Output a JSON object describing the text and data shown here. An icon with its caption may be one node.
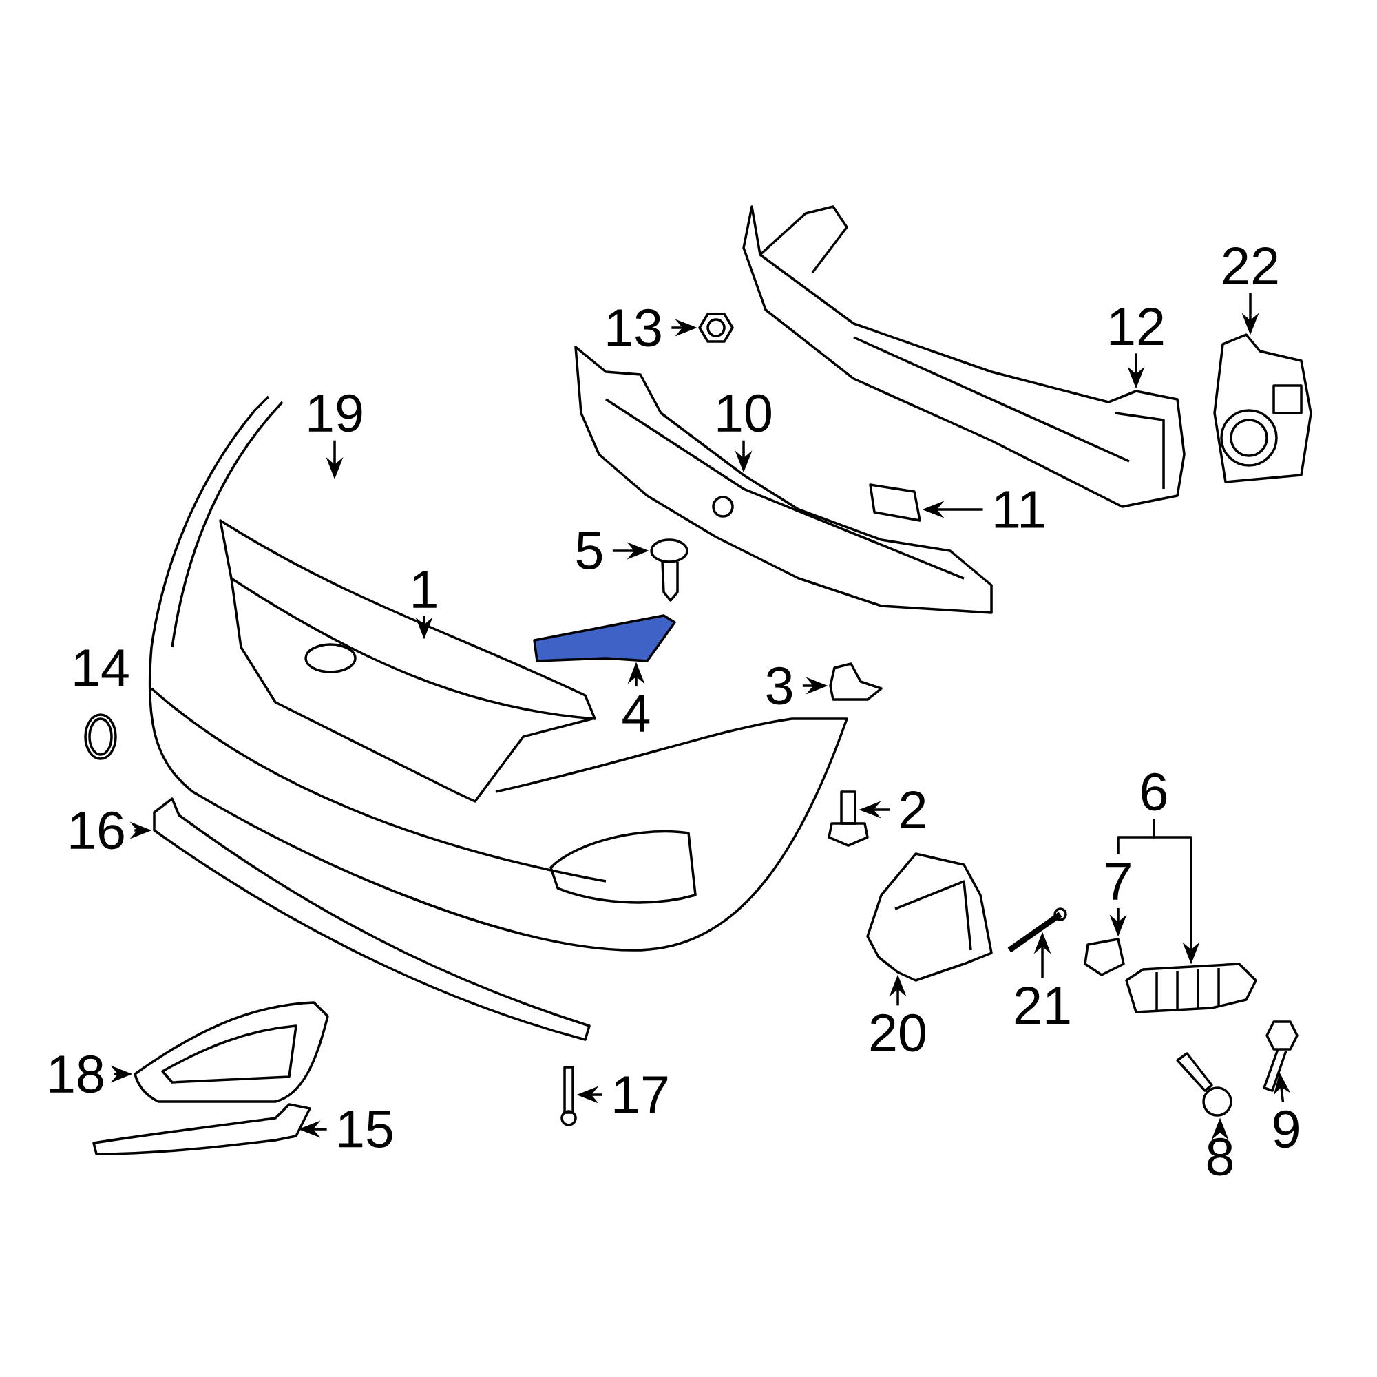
{
  "diagram": {
    "nodes": [
      {
        "text": [
          "22"
        ]
      },
      {
        "text": [],
        "shape": "picture"
      },
      {
        "text": [
          "13"
        ]
      },
      {
        "text": [],
        "shape": "picture"
      },
      {
        "text": [
          "12"
        ]
      },
      {
        "text": [],
        "shape": "picture"
      },
      {
        "text": [
          "19"
        ]
      },
      {
        "text": [
          "10"
        ]
      },
      {
        "text": [],
        "shape": "picture"
      },
      {
        "text": [
          "11"
        ]
      },
      {
        "text": [],
        "shape": "picture"
      },
      {
        "text": [
          "5"
        ]
      },
      {
        "text": [],
        "shape": "picture"
      },
      {
        "text": [
          "1"
        ]
      },
      {
        "text": [],
        "shape": "picture"
      },
      {
        "text": [
          "4"
        ]
      },
      {
        "text": [],
        "shape": "picture"
      },
      {
        "text": [
          "3"
        ]
      },
      {
        "text": [],
        "shape": "picture"
      },
      {
        "text": [
          "16"
        ]
      },
      {
        "text": [],
        "shape": "picture"
      },
      {
        "text": [
          "2"
        ]
      },
      {
        "text": [],
        "shape": "picture"
      },
      {
        "text": [
          "6"
        ]
      },
      {
        "text": [
          "7"
        ]
      },
      {
        "text": [],
        "shape": "picture"
      },
      {
        "text": [],
        "shape": "picture"
      },
      {
        "text": [
          "21"
        ]
      },
      {
        "text": [],
        "shape": "picture"
      },
      {
        "text": [
          "20"
        ]
      },
      {
        "text": [],
        "shape": "picture"
      },
      {
        "text": [
          "18"
        ]
      },
      {
        "text": [],
        "shape": "picture"
      },
      {
        "text": [
          "17"
        ]
      },
      {
        "text": [],
        "shape": "picture"
      },
      {
        "text": [
          "15"
        ]
      },
      {
        "text": [],
        "shape": "picture"
      },
      {
        "text": [
          "9"
        ]
      },
      {
        "text": [],
        "shape": "picture"
      },
      {
        "text": [
          "8"
        ]
      },
      {
        "text": [],
        "shape": "picture"
      }
    ],
    "edges": [
      {
        "from": 0,
        "to": 1,
        "arrow": "to"
      },
      {
        "from": 2,
        "to": 3,
        "arrow": "to"
      },
      {
        "from": 4,
        "to": 5,
        "arrow": "to"
      },
      {
        "from": 6,
        "to": null,
        "arrow": "to"
      },
      {
        "from": 7,
        "to": 8,
        "arrow": "to"
      },
      {
        "from": 9,
        "to": 10,
        "arrow": "to"
      },
      {
        "from": 11,
        "to": 12,
        "arrow": "to"
      },
      {
        "from": 13,
        "to": 14,
        "arrow": "to"
      },
      {
        "from": 15,
        "to": 16,
        "arrow": "to"
      },
      {
        "from": 17,
        "to": 18,
        "arrow": "to"
      },
      {
        "from": 19,
        "to": 20,
        "arrow": "to"
      },
      {
        "from": 21,
        "to": 22,
        "arrow": "to"
      },
      {
        "from": 23,
        "to": 24,
        "arrow": "none"
      },
      {
        "from": 23,
        "to": 26,
        "arrow": "to"
      },
      {
        "from": 24,
        "to": 25,
        "arrow": "to"
      },
      {
        "from": 27,
        "to": 28,
        "arrow": "to"
      },
      {
        "from": 29,
        "to": 30,
        "arrow": "to"
      },
      {
        "from": 31,
        "to": 32,
        "arrow": "to"
      },
      {
        "from": 33,
        "to": 34,
        "arrow": "to"
      },
      {
        "from": 35,
        "to": 36,
        "arrow": "to"
      },
      {
        "from": 37,
        "to": 38,
        "arrow": "to"
      },
      {
        "from": 39,
        "to": 40,
        "arrow": "to"
      }
    ],
    "labels": [
      "14"
    ]
  }
}
